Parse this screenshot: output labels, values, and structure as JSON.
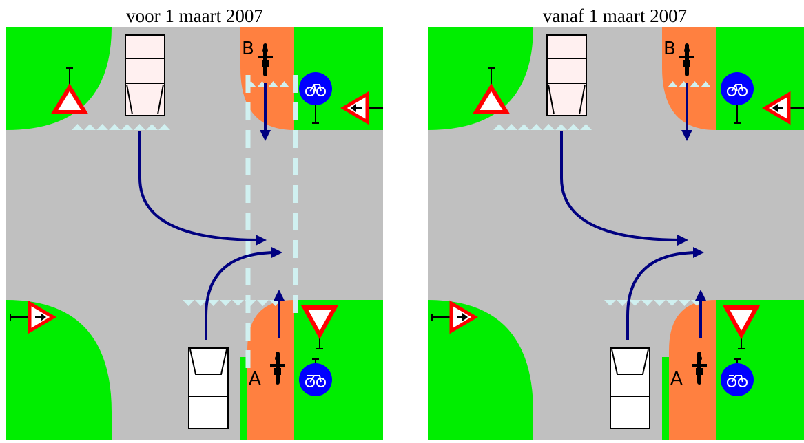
{
  "panels": [
    {
      "id": "left",
      "title": "voor 1 maart 2007",
      "cyclist_a_label": "A",
      "cyclist_b_label": "B",
      "crossing_markings": true
    },
    {
      "id": "right",
      "title": "vanaf 1 maart 2007",
      "cyclist_a_label": "A",
      "cyclist_b_label": "B",
      "crossing_markings": false
    }
  ],
  "colors": {
    "grass": "#00ee00",
    "road": "#c0c0c0",
    "cycle_path": "#ff8040",
    "arrow": "#000080",
    "sign_red": "#ff0000",
    "sign_blue": "#0000ff",
    "marking": "#d0f0f0",
    "vehicle_body": "#ffffff",
    "truck_body": "#fff0f0"
  },
  "icons": [
    "give-way-sign-icon",
    "priority-road-warning-icon",
    "bicycle-path-sign-icon",
    "moped-path-sign-icon",
    "side-road-warning-icon",
    "cyclist-icon",
    "car-icon",
    "truck-icon"
  ]
}
